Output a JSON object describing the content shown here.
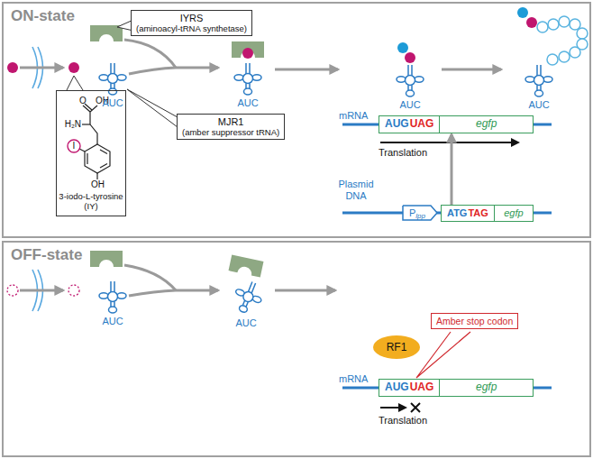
{
  "diagram": {
    "nodes": [
      {
        "text": [
          "ON-state"
        ]
      },
      {
        "text": [
          "IYRS",
          "(aminoacyl-tRNA synthetase)"
        ],
        "in": 0
      },
      {
        "text": [
          "O",
          "OH",
          "H₂N",
          "I",
          "OH",
          "3-iodo-L-tyrosine (IY)"
        ],
        "in": 0
      },
      {
        "text": [
          "MJR1",
          "(amber suppressor tRNA)"
        ],
        "in": 0
      },
      {
        "text": [
          "AUG",
          "UAG",
          "egfp"
        ],
        "in": 0
      },
      {
        "text": [
          "P",
          "lpp"
        ],
        "in": 0
      },
      {
        "text": [
          "ATG",
          "TAG",
          "egfp"
        ],
        "in": 0
      },
      {
        "text": [
          "OFF-state"
        ]
      },
      {
        "text": [
          "RF1"
        ],
        "in": 7
      },
      {
        "text": [
          "Amber stop codon"
        ],
        "in": 7
      },
      {
        "text": [
          "AUG",
          "UAG",
          "egfp"
        ],
        "in": 7
      }
    ],
    "edges": [
      {
        "from": 6,
        "to": 4,
        "arrow": "to"
      }
    ],
    "labels": [
      "AUC",
      "AUC",
      "AUC",
      "AUC",
      "mRNA",
      "Translation",
      "Plasmid DNA",
      "AUC",
      "AUC",
      "mRNA",
      "Translation"
    ]
  }
}
